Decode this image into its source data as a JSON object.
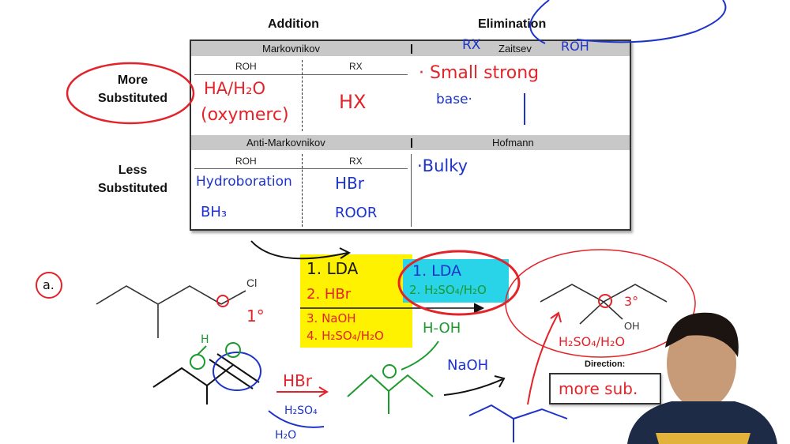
{
  "columns": {
    "addition": "Addition",
    "elimination": "Elimination"
  },
  "rows": {
    "more": {
      "line1": "More",
      "line2": "Substituted"
    },
    "less": {
      "line1": "Less",
      "line2": "Substituted"
    }
  },
  "table": {
    "markovnikov": "Markovnikov",
    "zaitsev": "Zaitsev",
    "anti_markovnikov": "Anti-Markovnikov",
    "hofmann": "Hofmann",
    "roh": "ROH",
    "rx": "RX"
  },
  "handwriting": {
    "top_rx": "RX",
    "top_roh": "ROH",
    "markov_roh_line1": "HA/H₂O",
    "markov_roh_line2": "(oxymerc)",
    "markov_rx": "HX",
    "zaitsev_line1": "· Small strong",
    "zaitsev_line2": "base·",
    "anti_roh_line1": "Hydroboration",
    "anti_roh_line2": "BH₃",
    "anti_rx_line1": "HBr",
    "anti_rx_line2": "ROOR",
    "hofmann": "·Bulky",
    "label_a": "a.",
    "primary": "1°",
    "tertiary": "3°",
    "reagents_yellow": [
      "1. LDA",
      "2. HBr",
      "3. NaOH",
      "4. H₂SO₄/H₂O"
    ],
    "reagents_cyan": [
      "1. LDA",
      "2. H₂SO₄/H₂O"
    ],
    "h_oh": "H-OH",
    "naoh": "NaOH",
    "hbr_arrow": "HBr",
    "h2so4": "H₂SO₄",
    "h2o": "H₂O",
    "h2so4_h2o_right": "H₂SO₄/H₂O",
    "direction_answer": "more sub."
  },
  "molecule_labels": {
    "cl": "Cl",
    "oh": "OH",
    "h": "H"
  },
  "direction_label": "Direction:",
  "colors": {
    "red": "#e3232a",
    "blue": "#1d33c9",
    "green": "#1d9a2e",
    "yellow": "#fff200",
    "cyan": "#29d3e8"
  }
}
